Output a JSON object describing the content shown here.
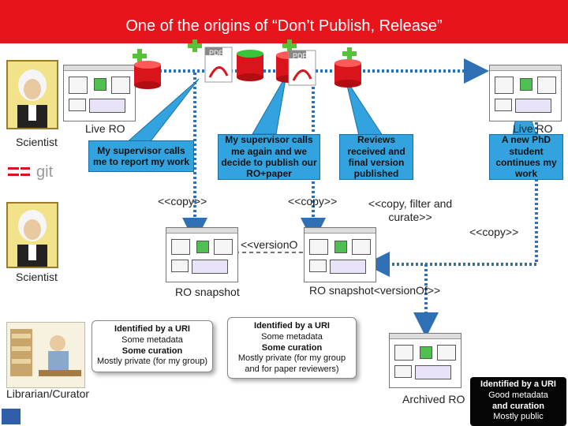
{
  "title": "One of the origins of “Don’t Publish, Release”",
  "roles": {
    "scientist_top": "Scientist",
    "scientist_bottom": "Scientist",
    "librarian": "Librarian/Curator"
  },
  "labels": {
    "live_ro_left": "Live RO",
    "live_ro_right": "Live RO",
    "ro_snapshot": "RO snapshot",
    "ro_snapshot_versionof": "RO snapshot<versionOf>>",
    "archived_ro": "Archived RO",
    "version_of": "<<versionO",
    "git": "git",
    "pdf": "PDF"
  },
  "callouts": {
    "c1": "My supervisor calls me to report my work",
    "c2": "My supervisor calls me again and we decide to publish our RO+paper",
    "c3": "Reviews received and final version published",
    "c4": "A new PhD student continues my work"
  },
  "copies": {
    "copy1": "<<copy>>",
    "copy2": "<<copy>>",
    "copy3": "<<copy, filter and curate>>",
    "copy4": "<<copy>>"
  },
  "notes": {
    "n1": {
      "line1": "Identified by a  URI",
      "line2": "Some metadata",
      "line3": "Some curation",
      "line4": "Mostly private (for my group)"
    },
    "n2": {
      "line1": "Identified by a URI",
      "line2": "Some metadata",
      "line3": "Some curation",
      "line4": "Mostly private (for my group and for paper reviewers)"
    },
    "n3": {
      "line1": "Identified by a URI",
      "line2": "Good metadata",
      "line3": "and curation",
      "line4": "Mostly public"
    }
  },
  "colors": {
    "banner": "#e8141b",
    "callout": "#33a3e0",
    "arrow": "#2f6fb3",
    "plus": "#58c13a",
    "db": "#d9141a"
  }
}
